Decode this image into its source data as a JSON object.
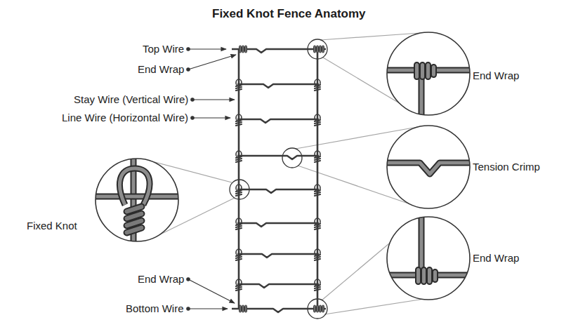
{
  "diagram": {
    "title": "Fixed Knot Fence Anatomy",
    "labels": [
      "Top Wire",
      "End Wrap",
      "Stay Wire (Vertical Wire)",
      "Line Wire (Horizontal Wire)",
      "Fixed Knot",
      "End Wrap",
      "Bottom Wire",
      "End Wrap",
      "Tension Crimp",
      "End Wrap"
    ]
  }
}
